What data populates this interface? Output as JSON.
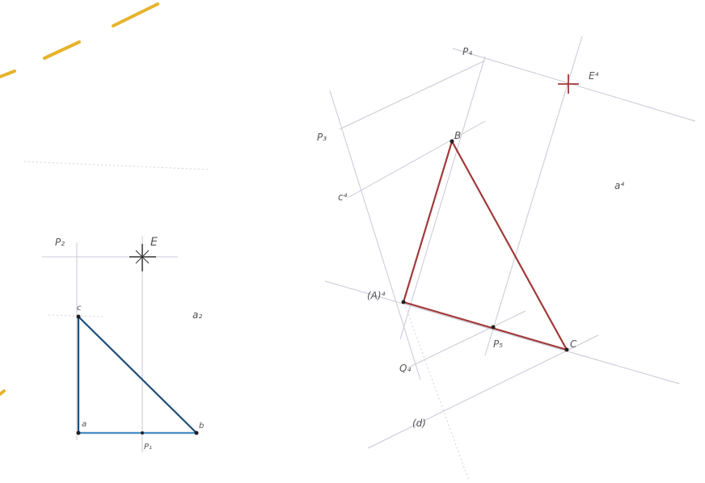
{
  "labels": {
    "left": {
      "P2": "P₂",
      "E": "E",
      "a2": "a₂",
      "P1": "P₁",
      "corner_top": "c",
      "corner_bl": "a",
      "corner_br": "b"
    },
    "right": {
      "P4": "P₄",
      "E4": "E⁴",
      "P3": "P₃",
      "c4": "c⁴",
      "B": "B",
      "a4": "a⁴",
      "A": "(A)⁴",
      "P5": "P₅",
      "C": "C",
      "Q4": "Q₄",
      "d4": "(d)"
    }
  },
  "colors": {
    "left_triangle": "#1f4f7a",
    "right_triangle": "#a23a3a",
    "construction": "#c8c8d8",
    "accent_orange": "#e7b32c"
  }
}
